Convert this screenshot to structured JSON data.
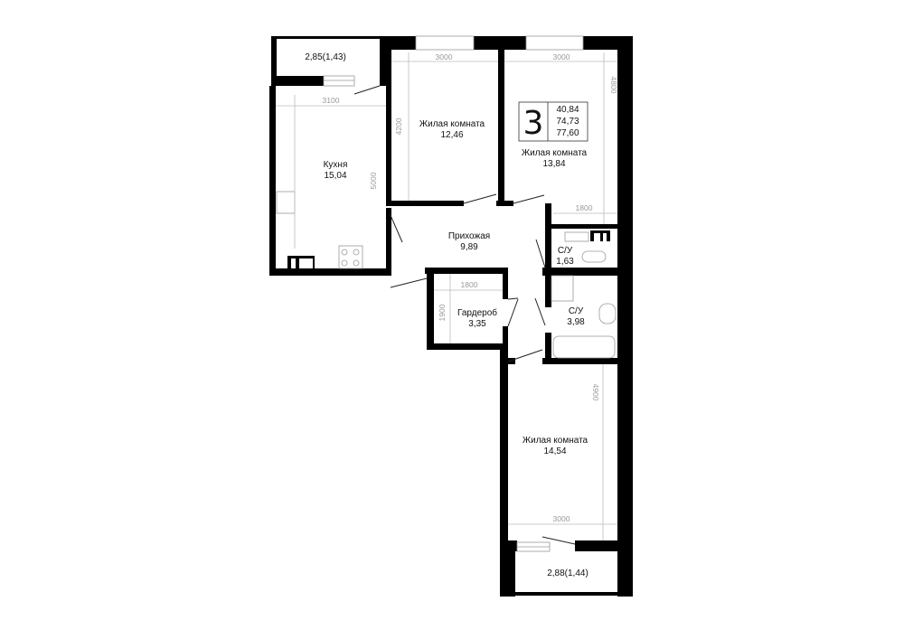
{
  "summary": {
    "rooms_count": "3",
    "living_area": "40,84",
    "total_area": "74,73",
    "total_area_with_balconies": "77,60"
  },
  "rooms": {
    "balcony_top": {
      "area": "2,85(1,43)"
    },
    "kitchen": {
      "name": "Кухня",
      "area": "15,04",
      "dim_w": "3100",
      "dim_h": "5000"
    },
    "living1": {
      "name": "Жилая комната",
      "area": "12,46",
      "dim_w": "3000",
      "dim_h": "4200"
    },
    "living2": {
      "name": "Жилая комната",
      "area": "13,84",
      "dim_w": "3000",
      "dim_h": "4800",
      "dim_w2": "1800"
    },
    "hall": {
      "name": "Прихожая",
      "area": "9,89"
    },
    "bath1": {
      "name": "С/У",
      "area": "1,63"
    },
    "wardrobe": {
      "name": "Гардероб",
      "area": "3,35",
      "dim_w": "1800",
      "dim_h": "1900"
    },
    "bath2": {
      "name": "С/У",
      "area": "3,98"
    },
    "living3": {
      "name": "Жилая комната",
      "area": "14,54",
      "dim_w": "3000",
      "dim_h": "4900"
    },
    "balcony_bottom": {
      "area": "2,88(1,44)"
    }
  }
}
